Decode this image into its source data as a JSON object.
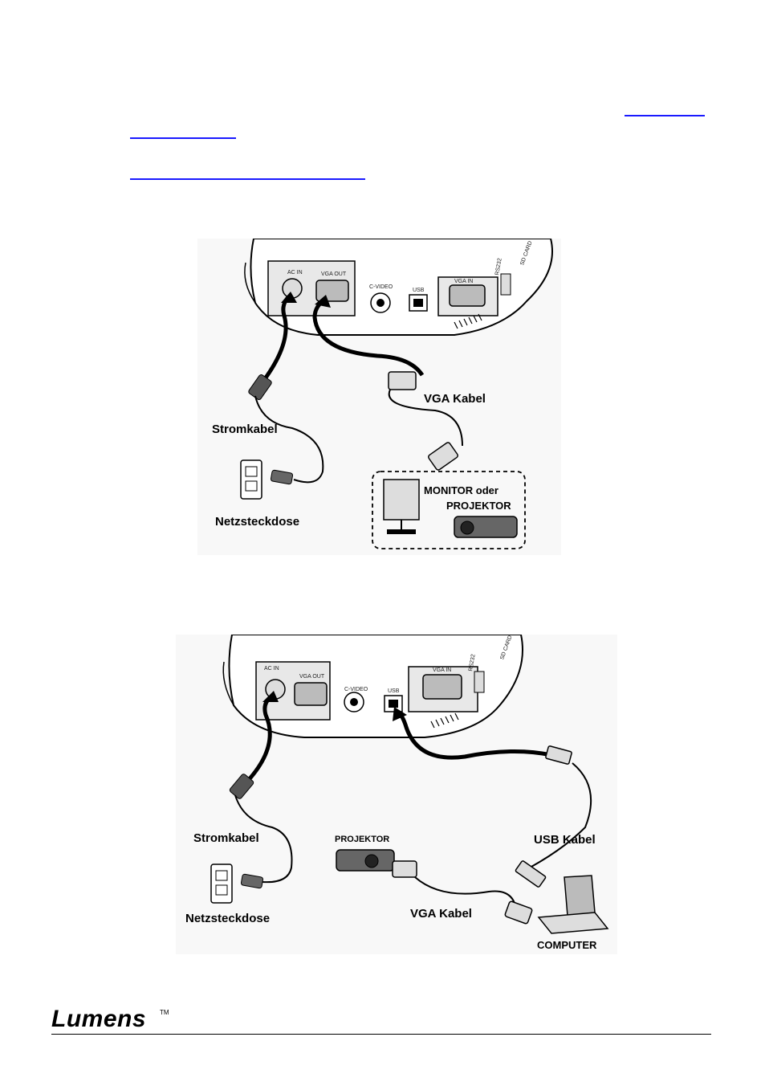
{
  "figure1": {
    "ports": [
      "AC IN",
      "VGA OUT",
      "C-VIDEO",
      "USB",
      "VGA IN",
      "RS232",
      "SD CARD"
    ],
    "labels": {
      "stromkabel": "Stromkabel",
      "netzsteckdose": "Netzsteckdose",
      "vga_kabel": "VGA Kabel",
      "monitor_oder": "MONITOR oder",
      "projektor": "PROJEKTOR"
    }
  },
  "figure2": {
    "ports": [
      "AC IN",
      "VGA OUT",
      "C-VIDEO",
      "USB",
      "VGA IN",
      "RS232",
      "SD CARD"
    ],
    "labels": {
      "stromkabel": "Stromkabel",
      "netzsteckdose": "Netzsteckdose",
      "projektor": "PROJEKTOR",
      "usb_kabel": "USB Kabel",
      "vga_kabel": "VGA Kabel",
      "computer": "COMPUTER"
    }
  },
  "footer": {
    "brand": "Lumens",
    "tm": "TM"
  }
}
